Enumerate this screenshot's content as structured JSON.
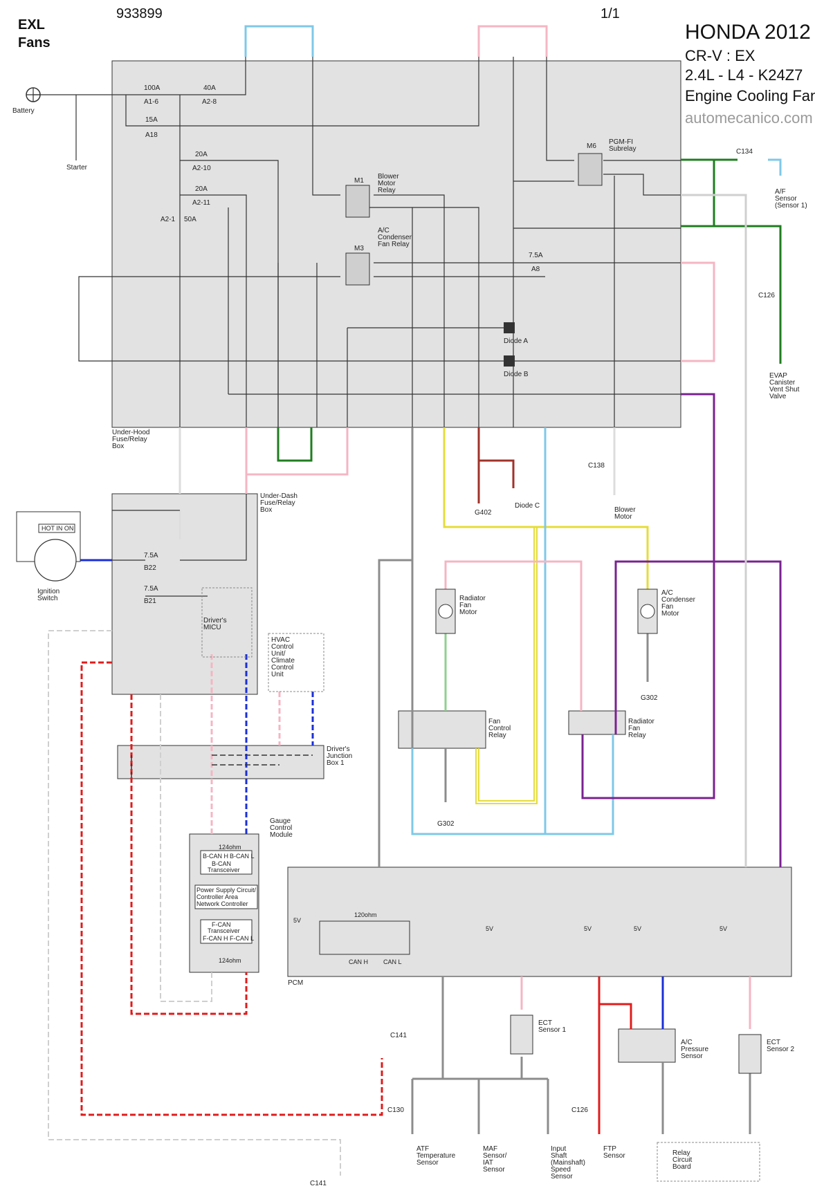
{
  "header": {
    "left_title": "EXL",
    "left_subtitle": "Fans",
    "doc_number": "933899",
    "page": "1/1",
    "vehicle": [
      "HONDA 2012",
      "CR-V : EX",
      "2.4L - L4 - K24Z7",
      "Engine Cooling Fan"
    ],
    "site": "automecanico.com"
  },
  "colors": {
    "lt_blu": "#7ec8e8",
    "pnk": "#f5b5c3",
    "grn": "#1f7d1f",
    "yel": "#e6dc3a",
    "brn": "#a0322a",
    "pur": "#7a2290",
    "gry": "#8c8c8c",
    "red": "#e11b1b",
    "blu": "#1a2fd8",
    "box_fill": "#e2e2e2"
  },
  "components": {
    "battery": "Battery",
    "starter": "Starter",
    "underhood_box": [
      "Under-Hood",
      "Fuse/Relay",
      "Box"
    ],
    "underdash_box": [
      "Under-Dash",
      "Fuse/Relay",
      "Box"
    ],
    "ignition_switch": [
      "Ignition",
      "Switch"
    ],
    "hot_in_on": "HOT IN ON",
    "drivers_micu": [
      "Driver's",
      "MICU"
    ],
    "hvac": [
      "HVAC",
      "Control",
      "Unit/",
      "Climate",
      "Control",
      "Unit"
    ],
    "junction_box": [
      "Driver's",
      "Junction",
      "Box 1"
    ],
    "gauge_module": [
      "Gauge",
      "Control",
      "Module"
    ],
    "m1": "M1",
    "m1_name": [
      "Blower",
      "Motor",
      "Relay"
    ],
    "m3": "M3",
    "m3_name": [
      "A/C",
      "Condenser",
      "Fan Relay"
    ],
    "m6": "M6",
    "m6_name": [
      "PGM-FI",
      "Subrelay"
    ],
    "diode_a": "Diode A",
    "diode_b": "Diode B",
    "diode_c": "Diode C",
    "af_sensor": [
      "A/F",
      "Sensor",
      "(Sensor 1)"
    ],
    "evap": [
      "EVAP",
      "Canister",
      "Vent Shut",
      "Valve"
    ],
    "blower_motor": [
      "Blower",
      "Motor"
    ],
    "rad_fan_motor": [
      "Radiator",
      "Fan",
      "Motor"
    ],
    "ac_fan_motor": [
      "A/C",
      "Condenser",
      "Fan",
      "Motor"
    ],
    "fan_control_relay": [
      "Fan",
      "Control",
      "Relay"
    ],
    "rad_fan_relay": [
      "Radiator",
      "Fan",
      "Relay"
    ],
    "pcm": "PCM",
    "ect1": [
      "ECT",
      "Sensor 1"
    ],
    "ect2": [
      "ECT",
      "Sensor 2"
    ],
    "ac_pressure": [
      "A/C",
      "Pressure",
      "Sensor"
    ],
    "atf_temp": [
      "ATF",
      "Temperature",
      "Sensor"
    ],
    "maf": [
      "MAF",
      "Sensor/",
      "IAT",
      "Sensor"
    ],
    "input_shaft": [
      "Input",
      "Shaft",
      "(Mainshaft)",
      "Speed",
      "Sensor"
    ],
    "ftp": [
      "FTP",
      "Sensor"
    ],
    "relay_board": [
      "Relay",
      "Circuit",
      "Board"
    ],
    "gauge_blocks": [
      "B-CAN H",
      "B-CAN L",
      "B-CAN",
      "Transceiver",
      "Power Supply Circuit/",
      "Controller Area",
      "Network Controller",
      "F-CAN",
      "Transceiver",
      "F-CAN H",
      "F-CAN L",
      "124ohm"
    ],
    "pcm_internal": [
      "120ohm",
      "CAN H",
      "CAN L",
      "5V"
    ]
  },
  "fuses": {
    "f1": [
      "100A",
      "A1-6"
    ],
    "f2": [
      "40A",
      "A2-8"
    ],
    "f3": [
      "15A",
      "A18"
    ],
    "f4": [
      "20A",
      "A2-10"
    ],
    "f5": [
      "20A",
      "A2-11"
    ],
    "f6": [
      "A2-1",
      "50A"
    ],
    "f7": [
      "7.5A",
      "A8"
    ],
    "f8": [
      "7.5A",
      "B22"
    ],
    "f9": [
      "7.5A",
      "B21"
    ]
  },
  "grounds": [
    "G402",
    "G302",
    "G302"
  ],
  "connectors": [
    "C134",
    "C126",
    "C138",
    "C141",
    "C130",
    "C126",
    "C141"
  ]
}
